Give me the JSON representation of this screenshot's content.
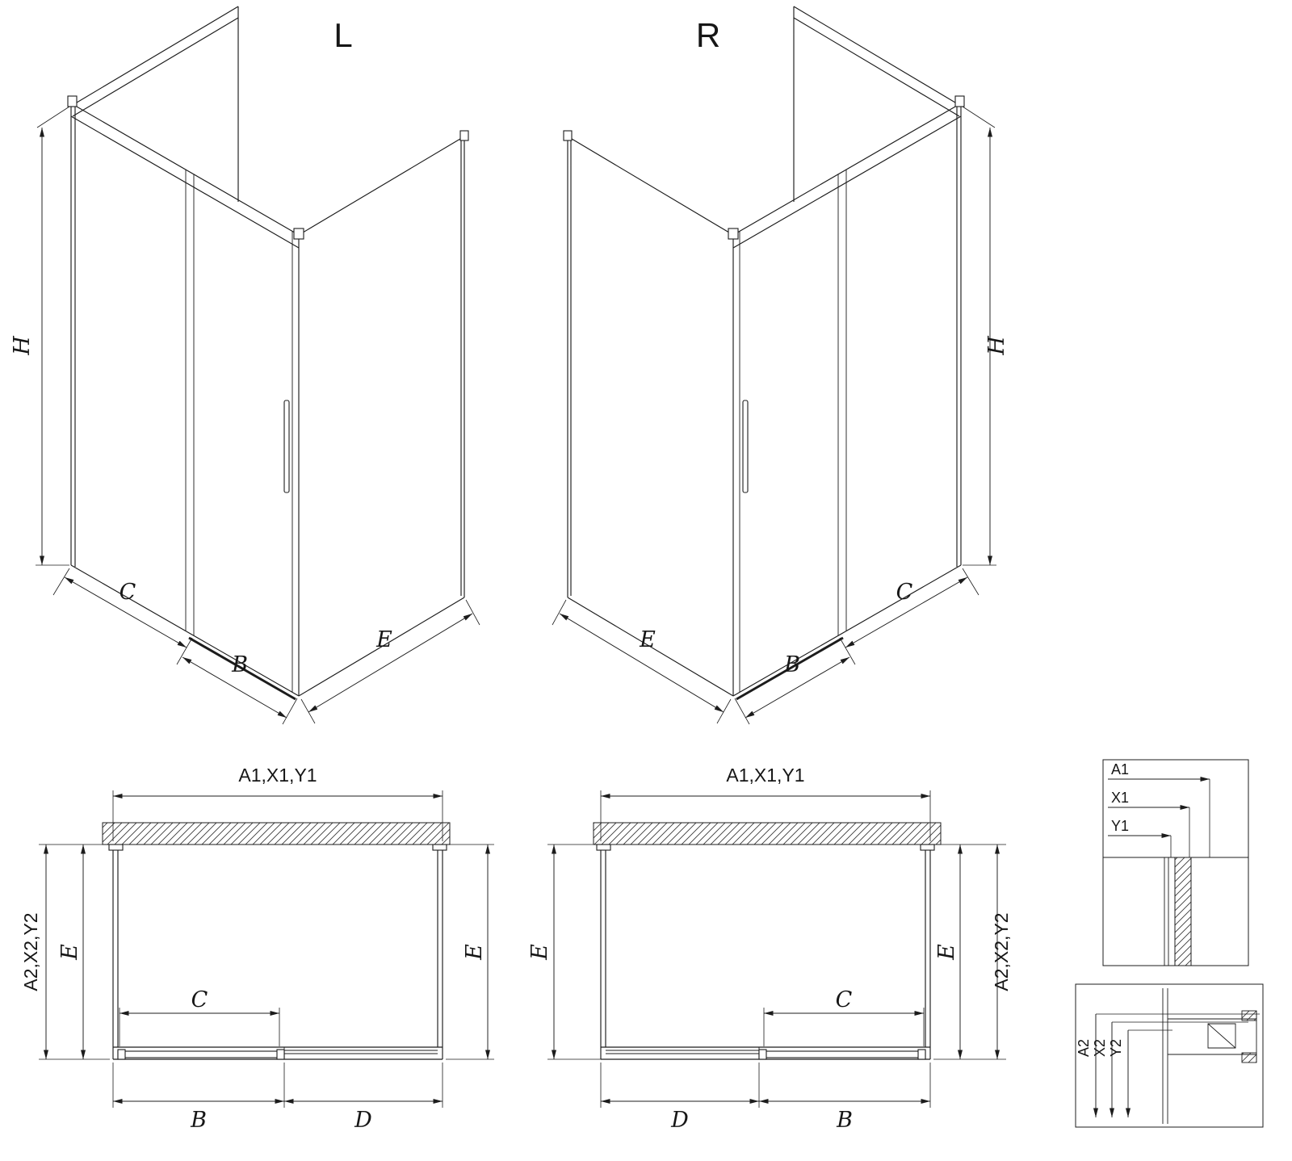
{
  "colors": {
    "line": "#1c1c1c",
    "background": "#ffffff"
  },
  "iso_left": {
    "view_label": "L",
    "dim_height": "H",
    "dim_c": "C",
    "dim_b": "B",
    "dim_e": "E"
  },
  "iso_right": {
    "view_label": "R",
    "dim_height": "H",
    "dim_c": "C",
    "dim_b": "B",
    "dim_e": "E"
  },
  "plan_left": {
    "dim_width": "A1,X1,Y1",
    "dim_depth_outer": "A2,X2,Y2",
    "dim_e_left": "E",
    "dim_e_right": "E",
    "dim_c": "C",
    "dim_b": "B",
    "dim_d": "D"
  },
  "plan_right": {
    "dim_width": "A1,X1,Y1",
    "dim_depth_outer": "A2,X2,Y2",
    "dim_e_left": "E",
    "dim_e_right": "E",
    "dim_c": "C",
    "dim_d": "D",
    "dim_b": "B"
  },
  "detail_top": {
    "dim_a1": "A1",
    "dim_x1": "X1",
    "dim_y1": "Y1"
  },
  "detail_bottom": {
    "dim_a2": "A2",
    "dim_x2": "X2",
    "dim_y2": "Y2"
  }
}
